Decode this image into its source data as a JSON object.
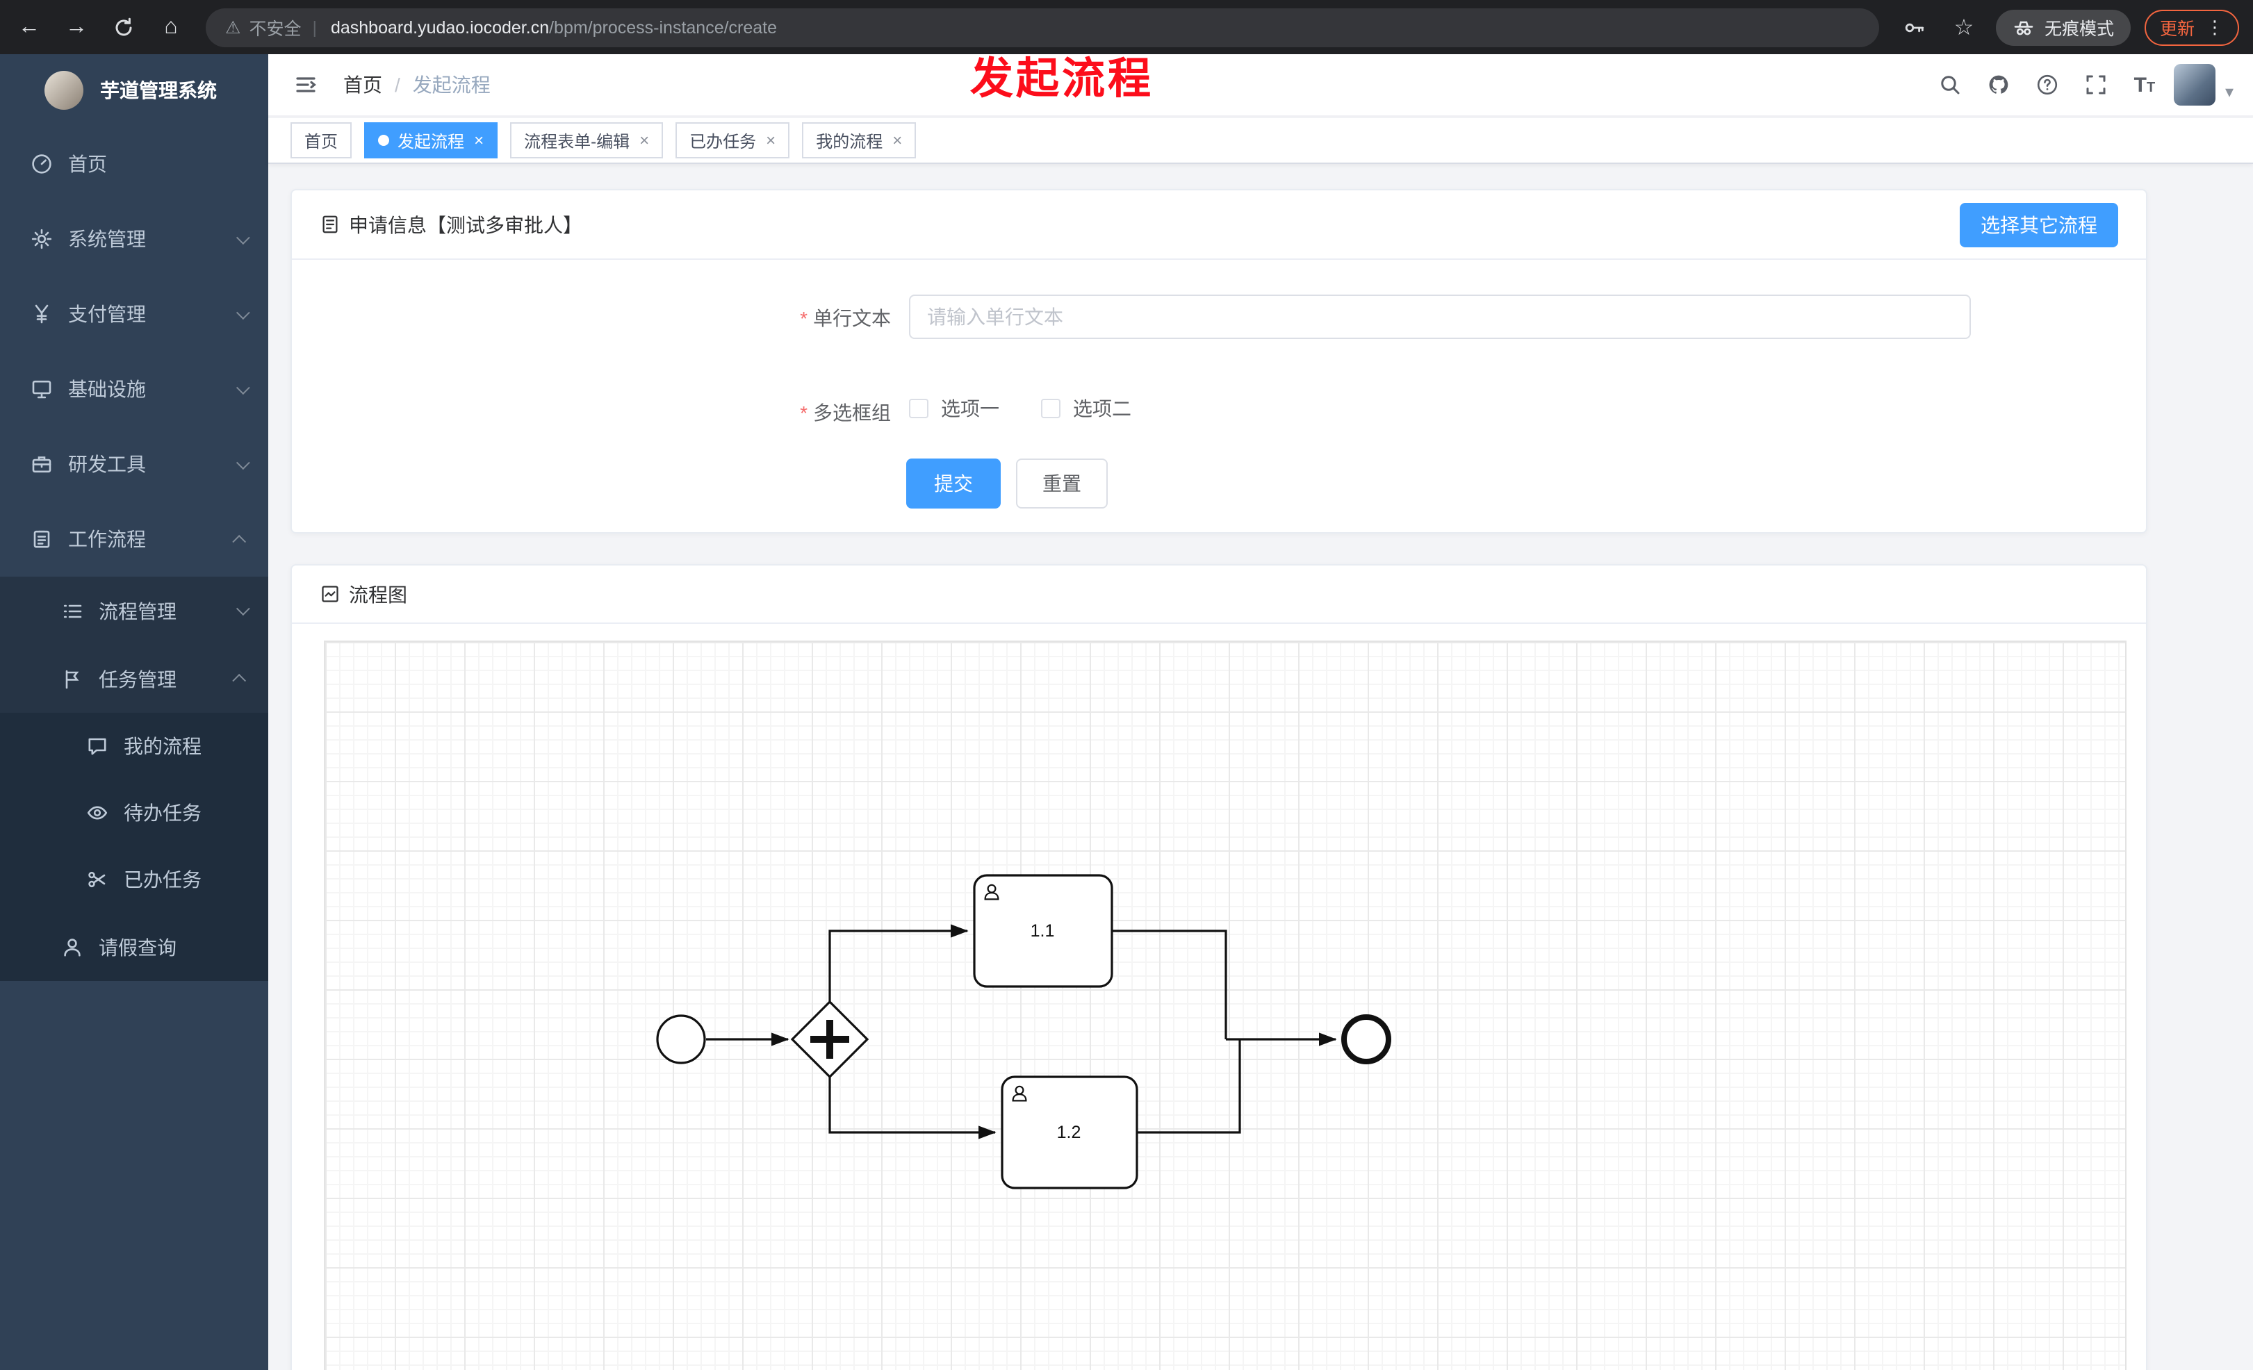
{
  "browser": {
    "security_text": "不安全",
    "url_host": "dashboard.yudao.iocoder.cn",
    "url_path": "/bpm/process-instance/create",
    "incognito_label": "无痕模式",
    "update_label": "更新"
  },
  "icons": {
    "back": "←",
    "forward": "→",
    "home": "⌂",
    "warning": "⚠",
    "divider": "|",
    "star": "☆",
    "kebab": "⋮",
    "question": "?",
    "caret": "▾"
  },
  "sidebar": {
    "title": "芋道管理系统",
    "menu": [
      {
        "label": "首页"
      },
      {
        "label": "系统管理"
      },
      {
        "label": "支付管理"
      },
      {
        "label": "基础设施"
      },
      {
        "label": "研发工具"
      },
      {
        "label": "工作流程"
      }
    ],
    "submenu": [
      {
        "label": "流程管理"
      },
      {
        "label": "任务管理"
      }
    ],
    "task_children": [
      {
        "label": "我的流程"
      },
      {
        "label": "待办任务"
      },
      {
        "label": "已办任务"
      }
    ],
    "leave_item": "请假查询"
  },
  "header": {
    "breadcrumb_home": "首页",
    "breadcrumb_current": "发起流程"
  },
  "annotation": {
    "text": "发起流程",
    "color": "#fc0d1b"
  },
  "tabs": [
    {
      "label": "首页"
    },
    {
      "label": "发起流程"
    },
    {
      "label": "流程表单-编辑"
    },
    {
      "label": "已办任务"
    },
    {
      "label": "我的流程"
    }
  ],
  "form_card": {
    "title": "申请信息【测试多审批人】",
    "other_process_button": "选择其它流程",
    "field_text": {
      "label": "单行文本",
      "placeholder": "请输入单行文本"
    },
    "field_checkbox": {
      "label": "多选框组",
      "option1": "选项一",
      "option2": "选项二"
    },
    "submit": "提交",
    "reset": "重置"
  },
  "diagram_card": {
    "title": "流程图",
    "task1": "1.1",
    "task2": "1.2"
  },
  "colors": {
    "accent": "#409eff",
    "danger": "#f56c6c",
    "sidebar_bg": "#304156",
    "chrome_bg": "#202124"
  }
}
